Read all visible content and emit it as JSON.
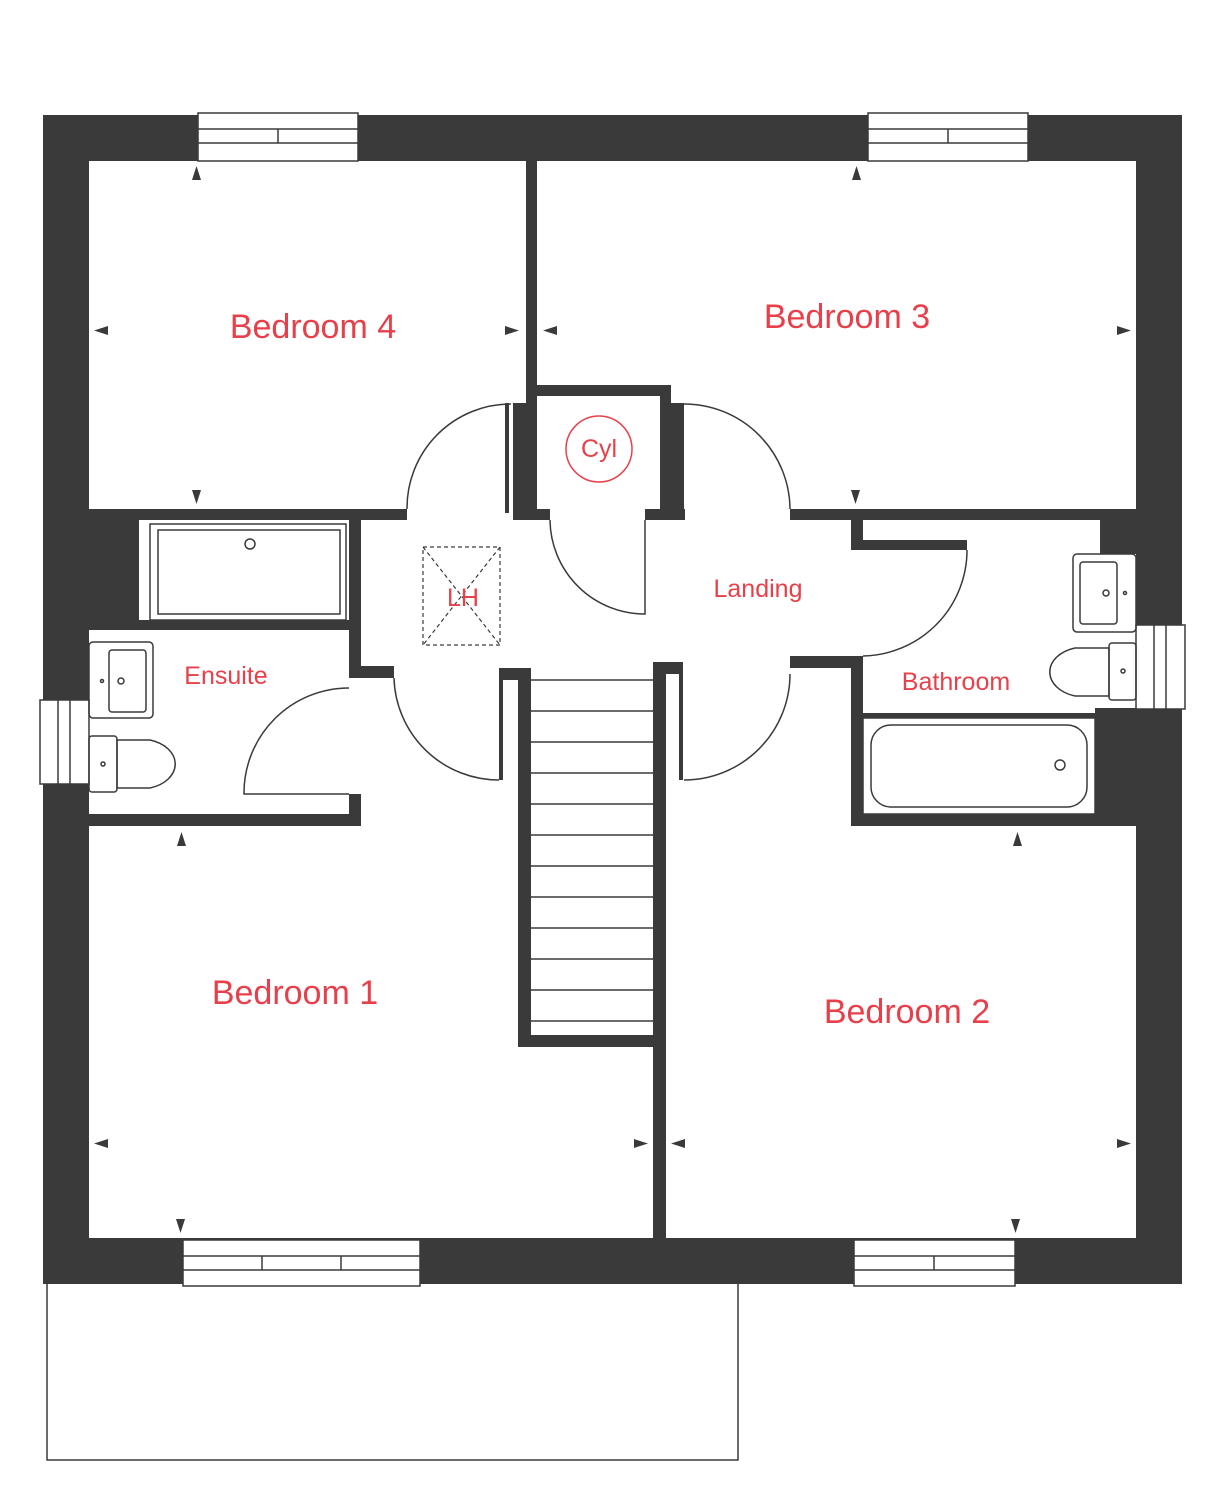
{
  "colors": {
    "wall": "#3a3a3a",
    "label": "#e8404a",
    "fixture_line": "#3a3a3a",
    "background": "#ffffff"
  },
  "rooms": {
    "bedroom_4": "Bedroom 4",
    "bedroom_3": "Bedroom 3",
    "bedroom_1": "Bedroom 1",
    "bedroom_2": "Bedroom 2",
    "ensuite": "Ensuite",
    "bathroom": "Bathroom",
    "landing": "Landing",
    "loft_hatch": "LH",
    "cylinder": "Cyl"
  }
}
